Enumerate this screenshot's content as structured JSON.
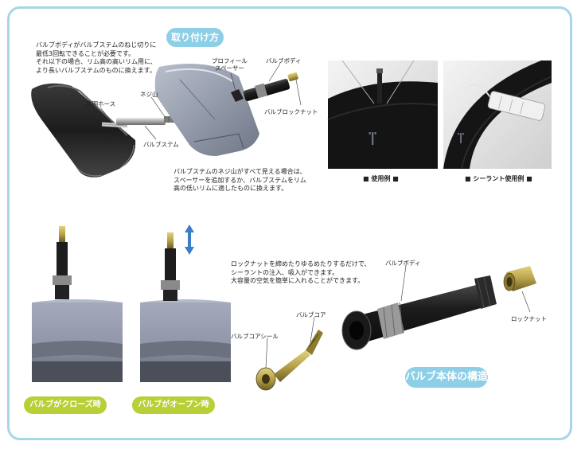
{
  "titles": {
    "install": "取り付け方",
    "structure": "バルブ本体の構造",
    "closed": "バルブがクローズ時",
    "open": "バルブがオープン時"
  },
  "notes": {
    "top_left": [
      "バルブボディがバルブステムのねじ切りに",
      "最低3回転できることが必要です。",
      "それ以下の場合、リム高の高いリム用に、",
      "より長いバルブステムのものに換えます。"
    ],
    "middle": [
      "バルブステムのネジ山がすべて見える場合は、",
      "スペーサーを追加するか、バルブステムをリム",
      "高の低いリムに適したものに換えます。"
    ],
    "structure": [
      "ロックナットを締めたりゆるめたりするだけで、",
      "シーラントの注入、吸入ができます。",
      "大容量の空気を簡単に入れることができます。"
    ]
  },
  "labels": {
    "clear_hose": "透明ホース",
    "thread": "ネジ山",
    "valve_stem": "バルブステム",
    "profile_spacer": [
      "プロフィール",
      "スペーサー"
    ],
    "valve_body_top": "バルブボディ",
    "valve_lock_nut": "バルブロックナット",
    "valve_body": "バルブボディ",
    "valve_core": "バルブコア",
    "valve_core_seal": "バルブコアシール",
    "lock_nut": "ロックナット"
  },
  "captions": {
    "usage": "■ 使用例 ■",
    "sealant": "■ シーラント使用例 ■"
  },
  "colors": {
    "frame": "#a9d6e6",
    "blue_pill": "#8ccfe6",
    "green_pill": "#b8cf35",
    "rim_gray": "#8d93a3",
    "brass": "#b7a24a"
  }
}
